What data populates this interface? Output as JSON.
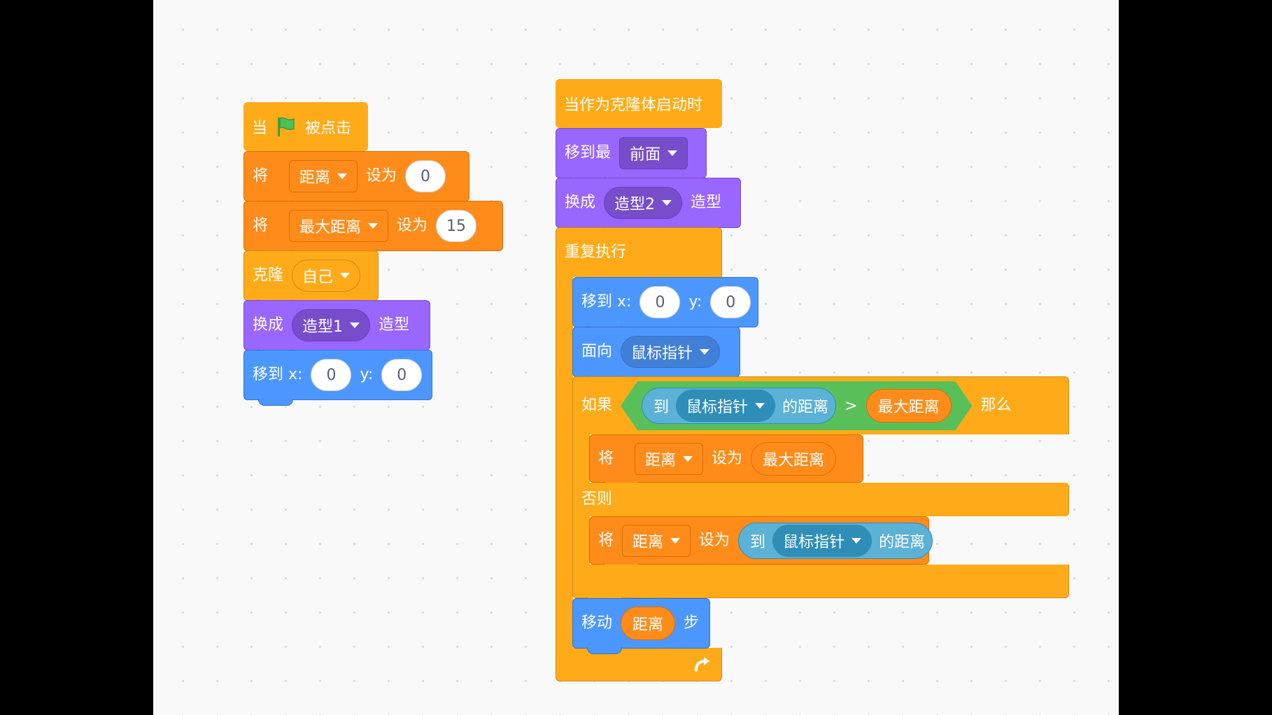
{
  "colors": {
    "event": "#ffab19",
    "variables": "#ff8c1a",
    "looks": "#9966ff",
    "motion": "#4c97ff",
    "control": "#ffab19",
    "sensing": "#5cb1d6",
    "operators": "#59c059",
    "flag": "#4cbf56"
  },
  "script1": {
    "hat": {
      "prefix": "当",
      "icon": "green-flag-icon",
      "suffix": "被点击"
    },
    "set_distance": {
      "verb": "将",
      "var": "距离",
      "to": "设为",
      "value": "0"
    },
    "set_max": {
      "verb": "将",
      "var": "最大距离",
      "to": "设为",
      "value": "15"
    },
    "clone": {
      "verb": "克隆",
      "target": "自己"
    },
    "switch_costume": {
      "verb": "换成",
      "costume": "造型1",
      "suffix": "造型"
    },
    "goto": {
      "label": "移到 x:",
      "x": "0",
      "ylabel": "y:",
      "y": "0"
    }
  },
  "script2": {
    "hat": {
      "label": "当作为克隆体启动时"
    },
    "front": {
      "verb": "移到最",
      "layer": "前面"
    },
    "switch_costume": {
      "verb": "换成",
      "costume": "造型2",
      "suffix": "造型"
    },
    "forever": {
      "label": "重复执行",
      "loop_icon": "loop-arrow-icon"
    },
    "goto": {
      "label": "移到 x:",
      "x": "0",
      "ylabel": "y:",
      "y": "0"
    },
    "point": {
      "verb": "面向",
      "target": "鼠标指针"
    },
    "if": {
      "if_label": "如果",
      "to": "到",
      "sense_target": "鼠标指针",
      "distance": "的距离",
      "op": ">",
      "rhs": "最大距离",
      "then": "那么",
      "else_label": "否则"
    },
    "set_true": {
      "verb": "将",
      "var": "距离",
      "to": "设为",
      "value": "最大距离"
    },
    "set_false": {
      "verb": "将",
      "var": "距离",
      "to": "设为",
      "s_to": "到",
      "s_target": "鼠标指针",
      "s_dist": "的距离"
    },
    "move": {
      "verb": "移动",
      "var": "距离",
      "suffix": "步"
    }
  }
}
